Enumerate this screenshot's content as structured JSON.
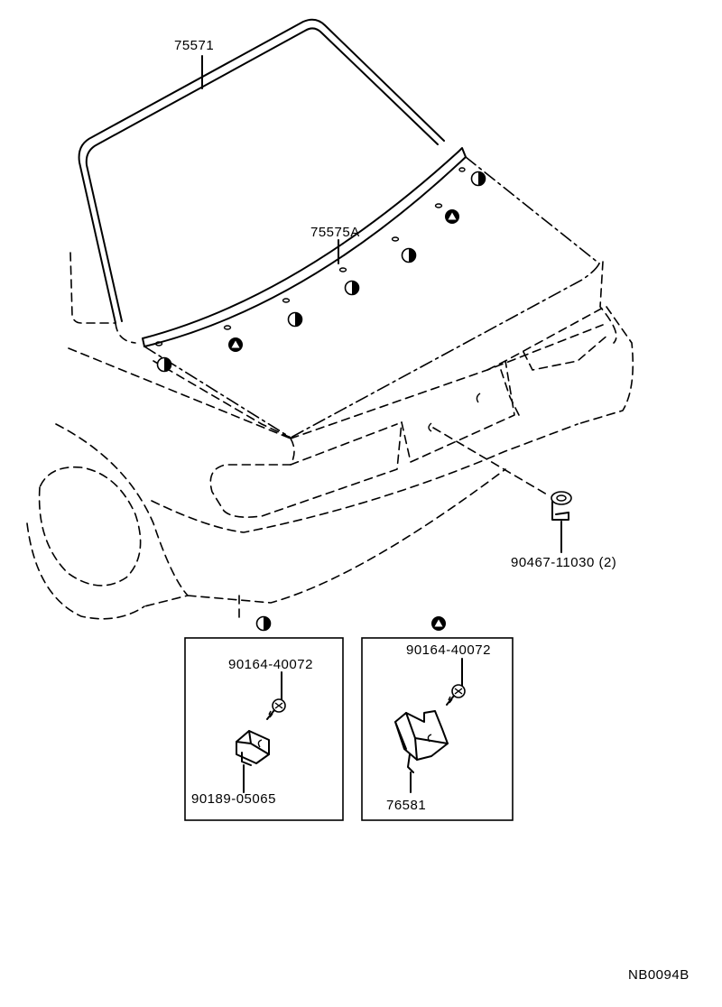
{
  "parts": {
    "moulding_windshield_upper": "75571",
    "moulding_windshield_lower": "75575A",
    "clip_trunk": "90467-11030 (2)"
  },
  "details": {
    "half_circle": {
      "screw": "90164-40072",
      "clip": "90189-05065"
    },
    "triangle": {
      "screw": "90164-40072",
      "clip": "76581"
    }
  },
  "drawing_code": "NB0094B"
}
